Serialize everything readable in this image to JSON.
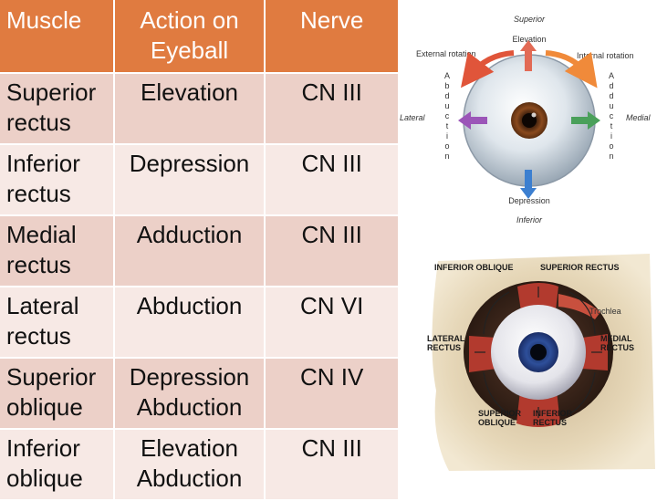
{
  "table": {
    "headers": [
      "Muscle",
      "Action on Eyeball",
      "Nerve"
    ],
    "rows": [
      {
        "muscle": "Superior rectus",
        "action": "Elevation",
        "nerve": "CN III"
      },
      {
        "muscle": "Inferior rectus",
        "action": "Depression",
        "nerve": "CN III"
      },
      {
        "muscle": "Medial rectus",
        "action": "Adduction",
        "nerve": "CN III"
      },
      {
        "muscle": "Lateral rectus",
        "action": "Abduction",
        "nerve": "CN VI"
      },
      {
        "muscle": "Superior oblique",
        "action": "Depression Abduction",
        "nerve": "CN IV"
      },
      {
        "muscle": "Inferior oblique",
        "action": "Elevation Abduction",
        "nerve": "CN III"
      }
    ]
  },
  "eye_diagram": {
    "superior": "Superior",
    "elevation": "Elevation",
    "external_rotation": "External rotation",
    "internal_rotation": "Internal rotation",
    "lateral": "Lateral",
    "medial": "Medial",
    "abduction": "Abduction",
    "adduction": "Adduction",
    "depression": "Depression",
    "inferior": "Inferior"
  },
  "orbit_diagram": {
    "inferior_oblique": "INFERIOR OBLIQUE",
    "superior_rectus": "SUPERIOR RECTUS",
    "trochlea": "Trochlea",
    "lateral_rectus": "LATERAL RECTUS",
    "medial_rectus": "MEDIAL RECTUS",
    "superior_oblique": "SUPERIOR OBLIQUE",
    "inferior_rectus": "INFERIOR RECTUS"
  },
  "colors": {
    "header_orange": "#e07b40",
    "row_dark": "#ecd0c8",
    "row_light": "#f7e9e5"
  }
}
